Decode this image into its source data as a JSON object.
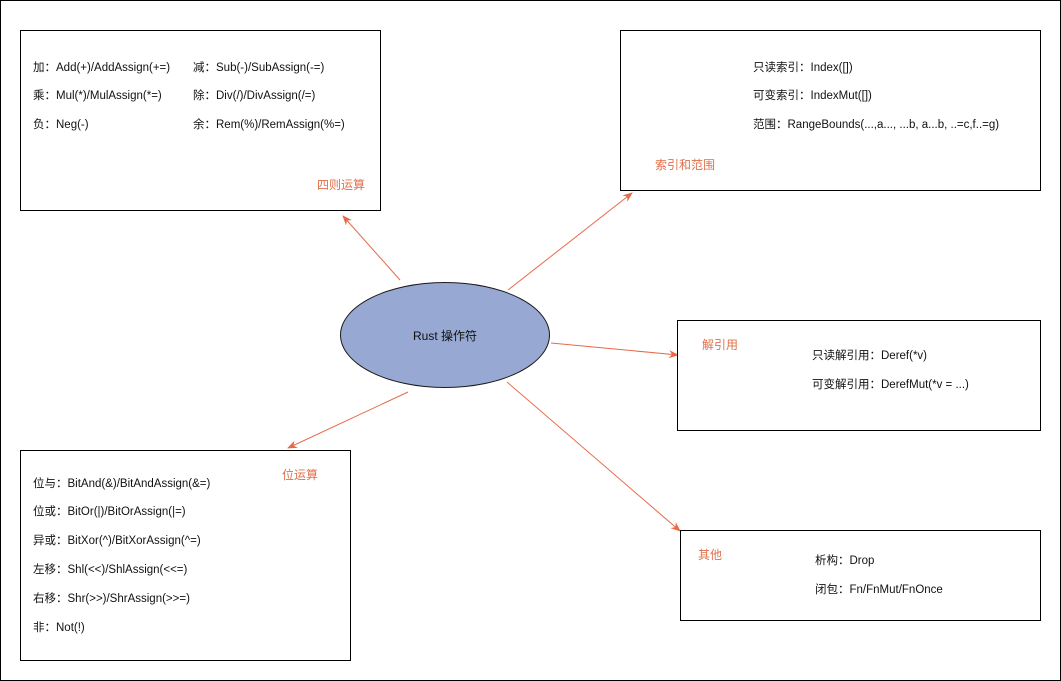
{
  "center": {
    "label": "Rust 操作符"
  },
  "arithmetic": {
    "title": "四则运算",
    "items": [
      "加：Add(+)/AddAssign(+=)",
      "减：Sub(-)/SubAssign(-=)",
      "乘：Mul(*)/MulAssign(*=)",
      "除：Div(/)/DivAssign(/=)",
      "负：Neg(-)",
      "余：Rem(%)/RemAssign(%=)"
    ]
  },
  "index": {
    "title": "索引和范围",
    "items": [
      "只读索引：Index([])",
      "可变索引：IndexMut([])",
      "范围：RangeBounds(...,a..., ...b, a...b, ..=c,f..=g)"
    ]
  },
  "deref": {
    "title": "解引用",
    "items": [
      "只读解引用：Deref(*v)",
      "可变解引用：DerefMut(*v = ...)"
    ]
  },
  "bitwise": {
    "title": "位运算",
    "items": [
      "位与：BitAnd(&)/BitAndAssign(&=)",
      "位或：BitOr(|)/BitOrAssign(|=)",
      "异或：BitXor(^)/BitXorAssign(^=)",
      "左移：Shl(<<)/ShlAssign(<<=)",
      "右移：Shr(>>)/ShrAssign(>>=)",
      "非：Not(!)"
    ]
  },
  "other": {
    "title": "其他",
    "items": [
      "析构：Drop",
      "闭包：Fn/FnMut/FnOnce"
    ]
  },
  "colors": {
    "arrow": "#e8694a",
    "title": "#e0704a",
    "ellipse_fill": "#97a8d2"
  }
}
